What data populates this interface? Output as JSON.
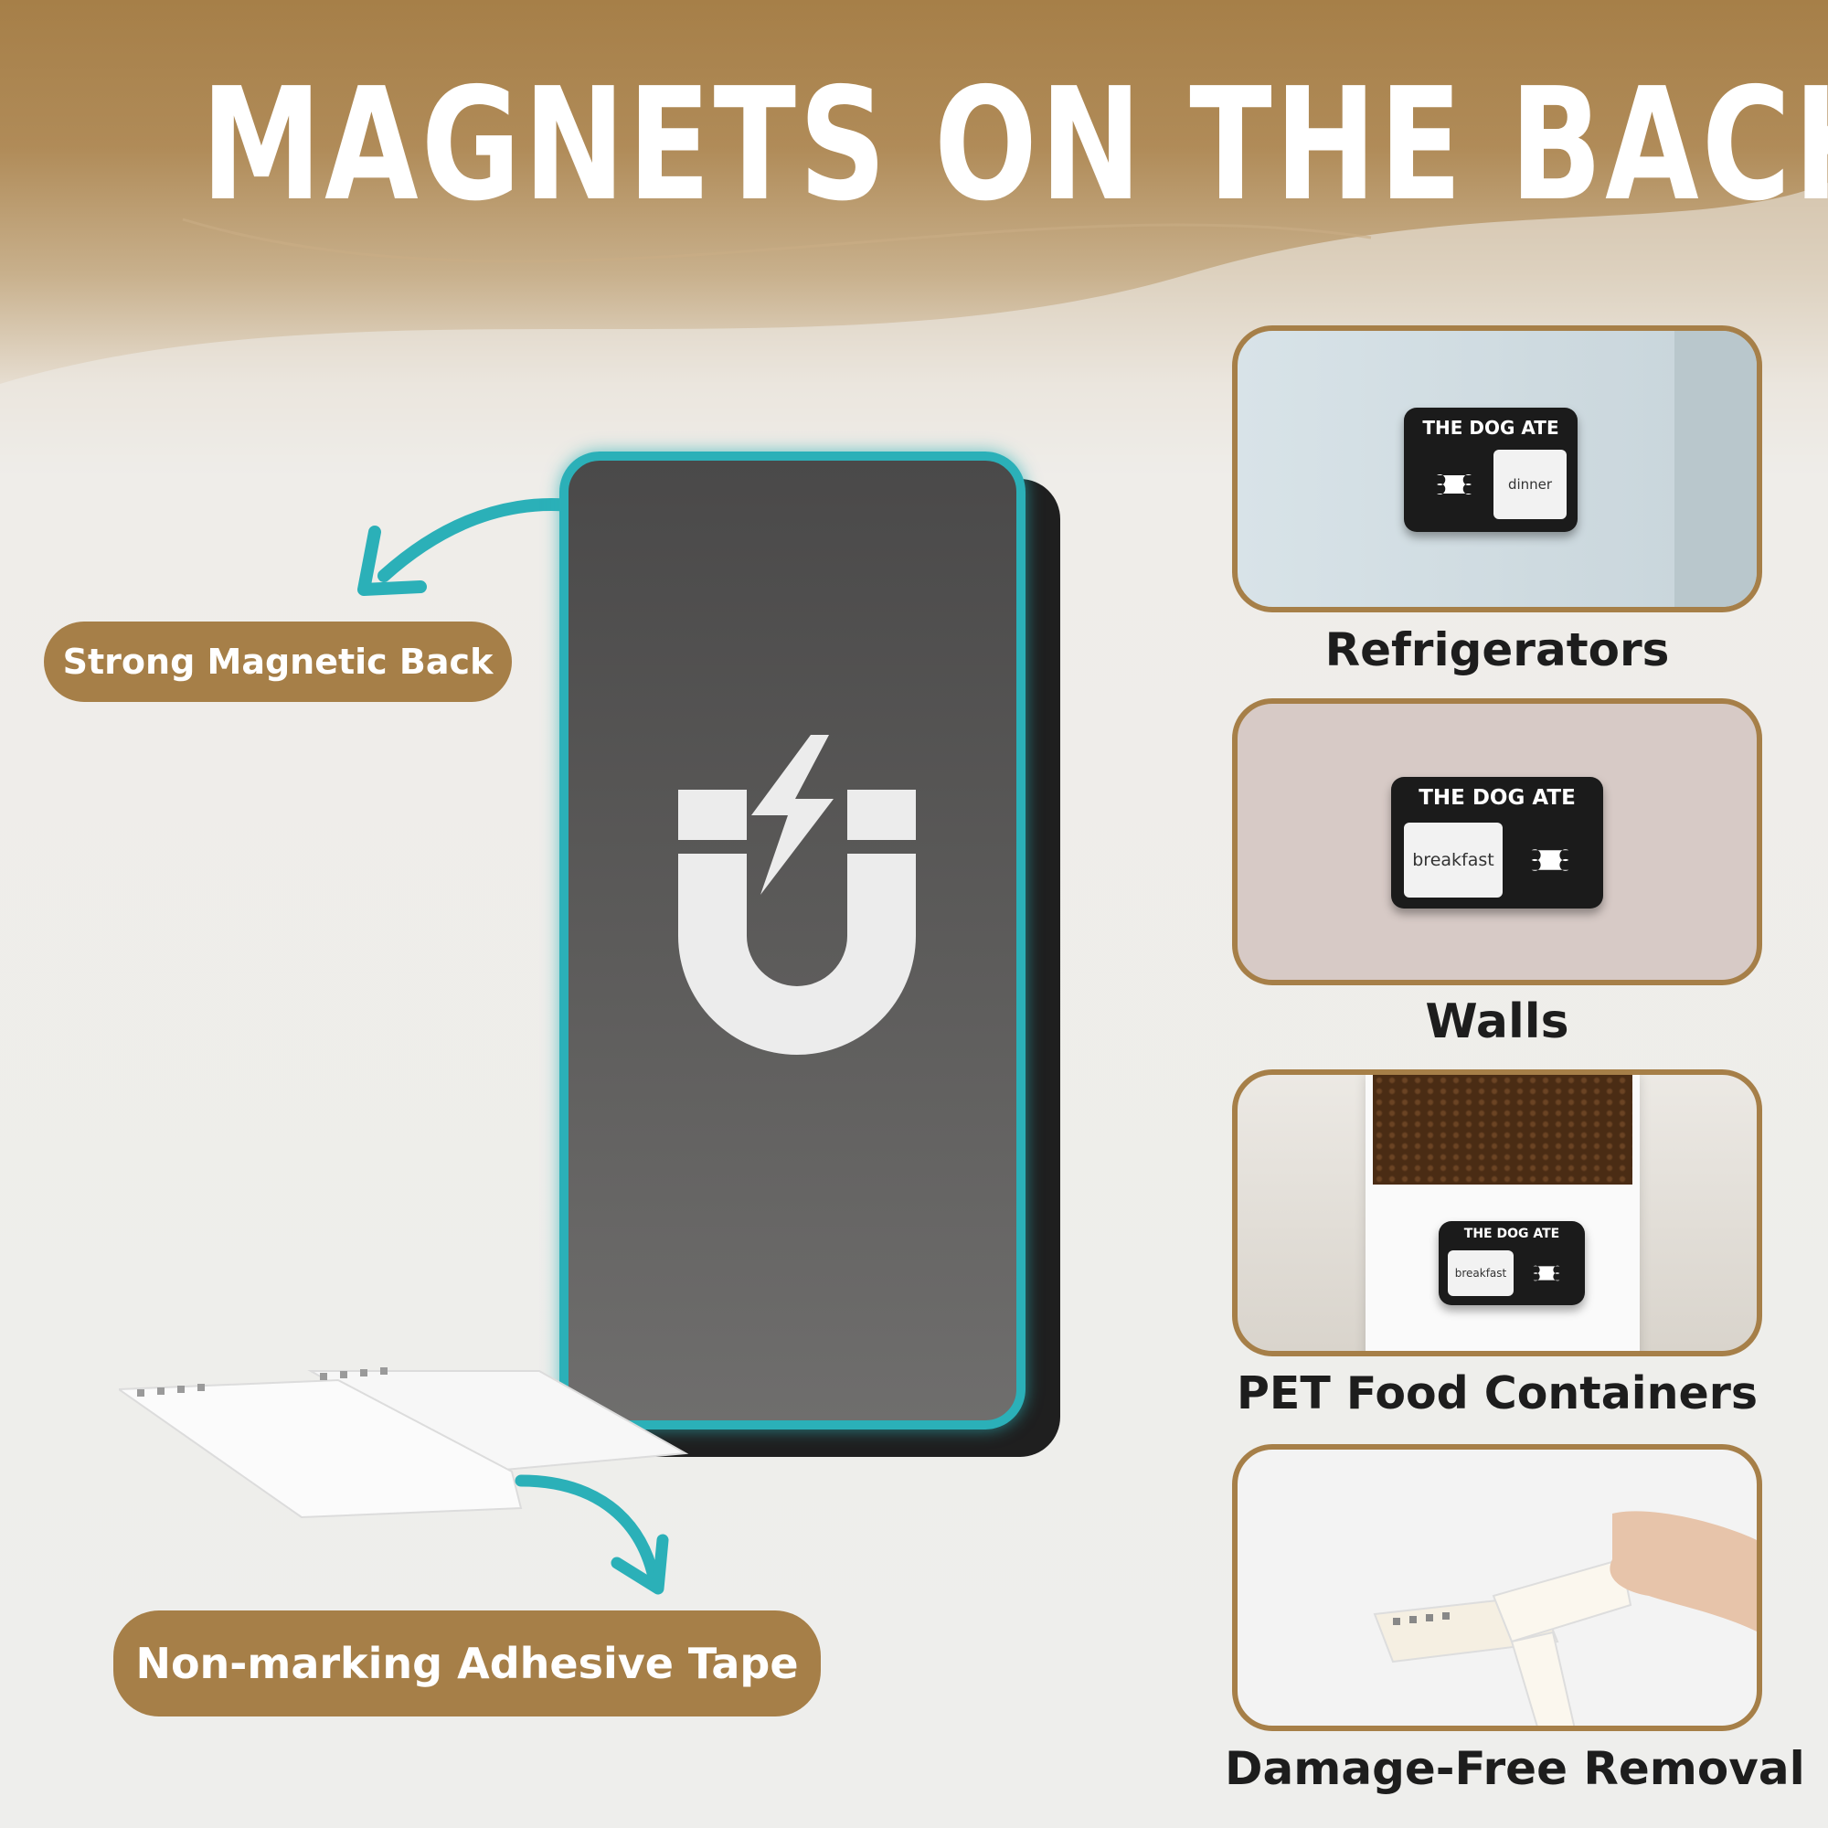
{
  "headline": "MAGNETS ON THE BACK",
  "callouts": {
    "magnetic_back": "Strong Magnetic Back",
    "adhesive_tape": "Non-marking Adhesive Tape"
  },
  "uses": [
    {
      "caption": "Refrigerators",
      "sign_title": "THE DOG ATE",
      "sign_value": "dinner"
    },
    {
      "caption": "Walls",
      "sign_title": "THE DOG ATE",
      "sign_value": "breakfast"
    },
    {
      "caption": "PET Food Containers",
      "sign_title": "THE DOG ATE",
      "sign_value": "breakfast"
    },
    {
      "caption": "Damage-Free Removal"
    }
  ],
  "colors": {
    "brand_gold": "#a67f48",
    "accent_teal": "#2bb0b8"
  },
  "icons": [
    "magnet-bolt-icon",
    "curved-arrow-icon",
    "bone-icon",
    "paw-icon"
  ]
}
